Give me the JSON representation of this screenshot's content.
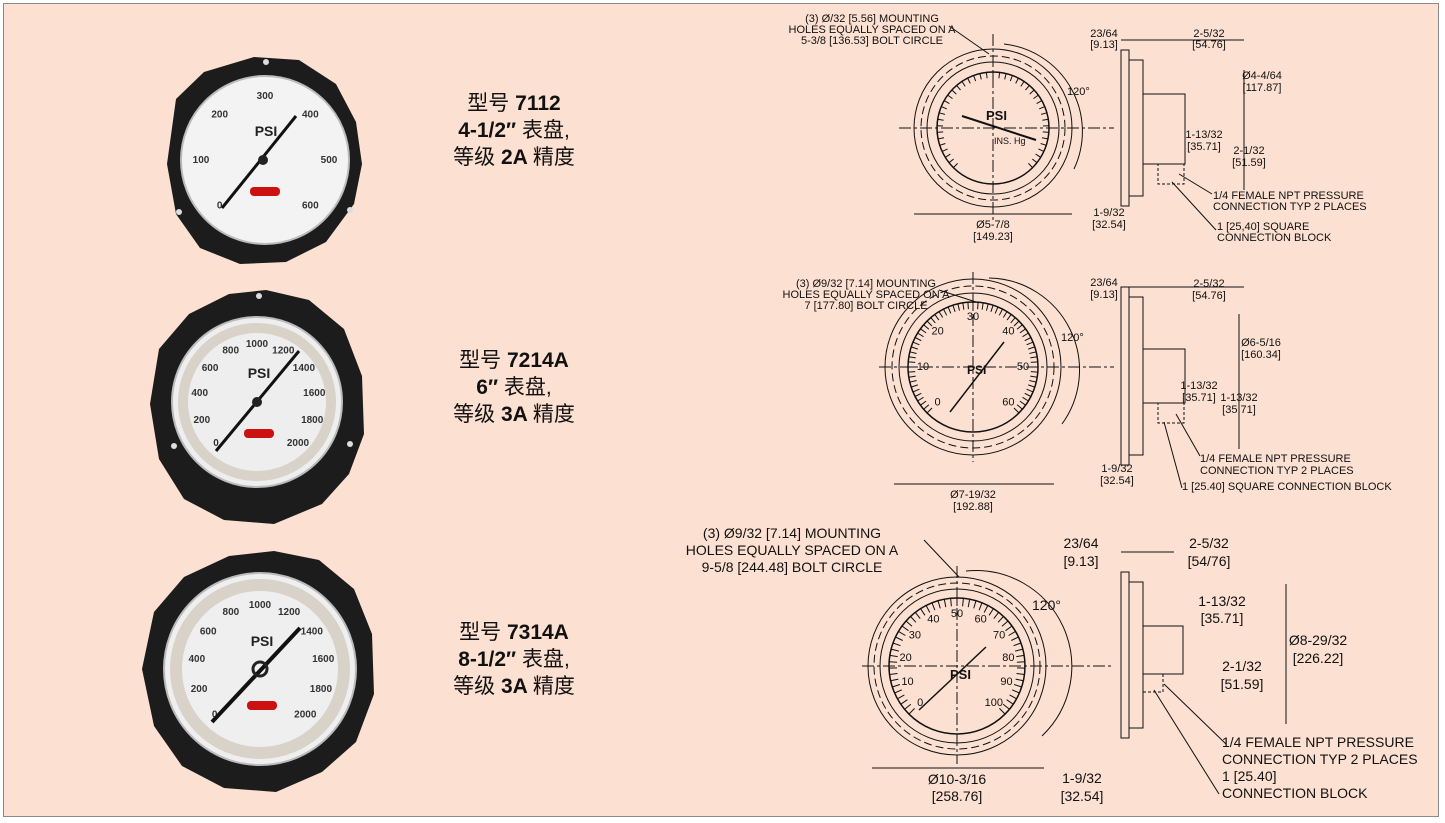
{
  "models": [
    {
      "title_cn": "型号",
      "model": "7112",
      "size": "4-1/2″",
      "size_cn": "表盘,",
      "grade_cn1": "等级",
      "grade": "2A",
      "grade_cn2": "精度",
      "gauge": {
        "scale": [
          "0",
          "100",
          "200",
          "300",
          "400",
          "500",
          "600"
        ],
        "unit": "PSI"
      }
    },
    {
      "title_cn": "型号",
      "model": "7214A",
      "size": "6″",
      "size_cn": "表盘,",
      "grade_cn1": "等级",
      "grade": "3A",
      "grade_cn2": "精度",
      "gauge": {
        "scale": [
          "0",
          "200",
          "400",
          "600",
          "800",
          "1000",
          "1200",
          "1400",
          "1600",
          "1800",
          "2000"
        ],
        "unit": "PSI"
      }
    },
    {
      "title_cn": "型号",
      "model": "7314A",
      "size": "8-1/2″",
      "size_cn": "表盘,",
      "grade_cn1": "等级",
      "grade": "3A",
      "grade_cn2": "精度",
      "gauge": {
        "scale": [
          "0",
          "200",
          "400",
          "600",
          "800",
          "1000",
          "1200",
          "1400",
          "1600",
          "1800",
          "2000"
        ],
        "unit": "PSI"
      }
    }
  ],
  "drawings": [
    {
      "mount1": "(3) Ø/32 [5.56] MOUNTING",
      "mount2": "HOLES EQUALLY SPACED ON A",
      "mount3": "5-3/8 [136.53] BOLT CIRCLE",
      "angle": "120°",
      "dia": "Ø5-7/8",
      "dia_mm": "[149.23]",
      "flange": "23/64",
      "flange_mm": "[9.13]",
      "depth": "2-5/32",
      "depth_mm": "[54.76]",
      "case_dia": "Ø4-4/64",
      "case_dia_mm": "[117.87]",
      "c1": "1-13/32",
      "c1_mm": "[35.71]",
      "c2": "2-1/32",
      "c2_mm": "[51.59]",
      "rear": "1-9/32",
      "rear_mm": "[32.54]",
      "npt1": "1/4 FEMALE NPT PRESSURE",
      "npt2": "CONNECTION TYP 2 PLACES",
      "blk1": "1 [25,40] SQUARE",
      "blk2": "CONNECTION BLOCK",
      "dial_unit": "PSI",
      "dial_sub": "INS. Hg"
    },
    {
      "mount1": "(3) Ø9/32 [7.14] MOUNTING",
      "mount2": "HOLES EQUALLY SPACED ON A",
      "mount3": "7 [177.80] BOLT CIRCLE",
      "angle": "120°",
      "dia": "Ø7-19/32",
      "dia_mm": "[192.88]",
      "flange": "23/64",
      "flange_mm": "[9.13]",
      "depth": "2-5/32",
      "depth_mm": "[54.76]",
      "case_dia": "Ø6-5/16",
      "case_dia_mm": "[160.34]",
      "c1": "1-13/32",
      "c1_mm": "[35.71]",
      "c2": "1-13/32",
      "c2_mm": "[35.71]",
      "rear": "1-9/32",
      "rear_mm": "[32.54]",
      "npt1": "1/4 FEMALE NPT PRESSURE",
      "npt2": "CONNECTION TYP 2 PLACES",
      "blk1": "1 [25.40] SQUARE CONNECTION BLOCK",
      "dial_unit": "PSI",
      "dial_scale": [
        "0",
        "10",
        "20",
        "30",
        "40",
        "50",
        "60"
      ]
    },
    {
      "mount1": "(3) Ø9/32 [7.14] MOUNTING",
      "mount2": "HOLES EQUALLY SPACED ON A",
      "mount3": "9-5/8 [244.48] BOLT CIRCLE",
      "angle": "120°",
      "dia": "Ø10-3/16",
      "dia_mm": "[258.76]",
      "flange": "23/64",
      "flange_mm": "[9.13]",
      "depth": "2-5/32",
      "depth_mm": "[54/76]",
      "case_dia": "Ø8-29/32",
      "case_dia_mm": "[226.22]",
      "c1": "1-13/32",
      "c1_mm": "[35.71]",
      "c2": "2-1/32",
      "c2_mm": "[51.59]",
      "rear": "1-9/32",
      "rear_mm": "[32.54]",
      "npt1": "1/4 FEMALE NPT PRESSURE",
      "npt2": "CONNECTION TYP 2 PLACES",
      "blk1": "1 [25.40]",
      "blk2": "CONNECTION BLOCK",
      "dial_unit": "PSI",
      "dial_scale": [
        "0",
        "10",
        "20",
        "30",
        "40",
        "50",
        "60",
        "70",
        "80",
        "90",
        "100"
      ]
    }
  ]
}
